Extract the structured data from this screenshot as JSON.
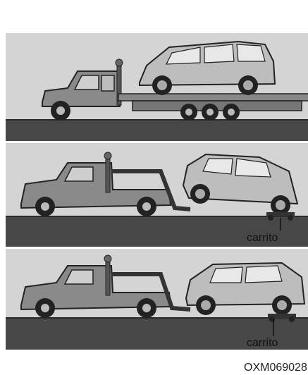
{
  "figure": {
    "panels": [
      {
        "name": "flatbed-tow",
        "label": ""
      },
      {
        "name": "wheel-lift-tow-with-dolly",
        "label": "carrito"
      },
      {
        "name": "wheel-lift-tow-with-dolly-alt",
        "label": "carrito"
      }
    ],
    "code": "OXM069028"
  },
  "colors": {
    "panel_bg": "#d4d4d4",
    "ground": "#474747",
    "truck": "#7a7a7a",
    "car": "#b9b9b9"
  }
}
